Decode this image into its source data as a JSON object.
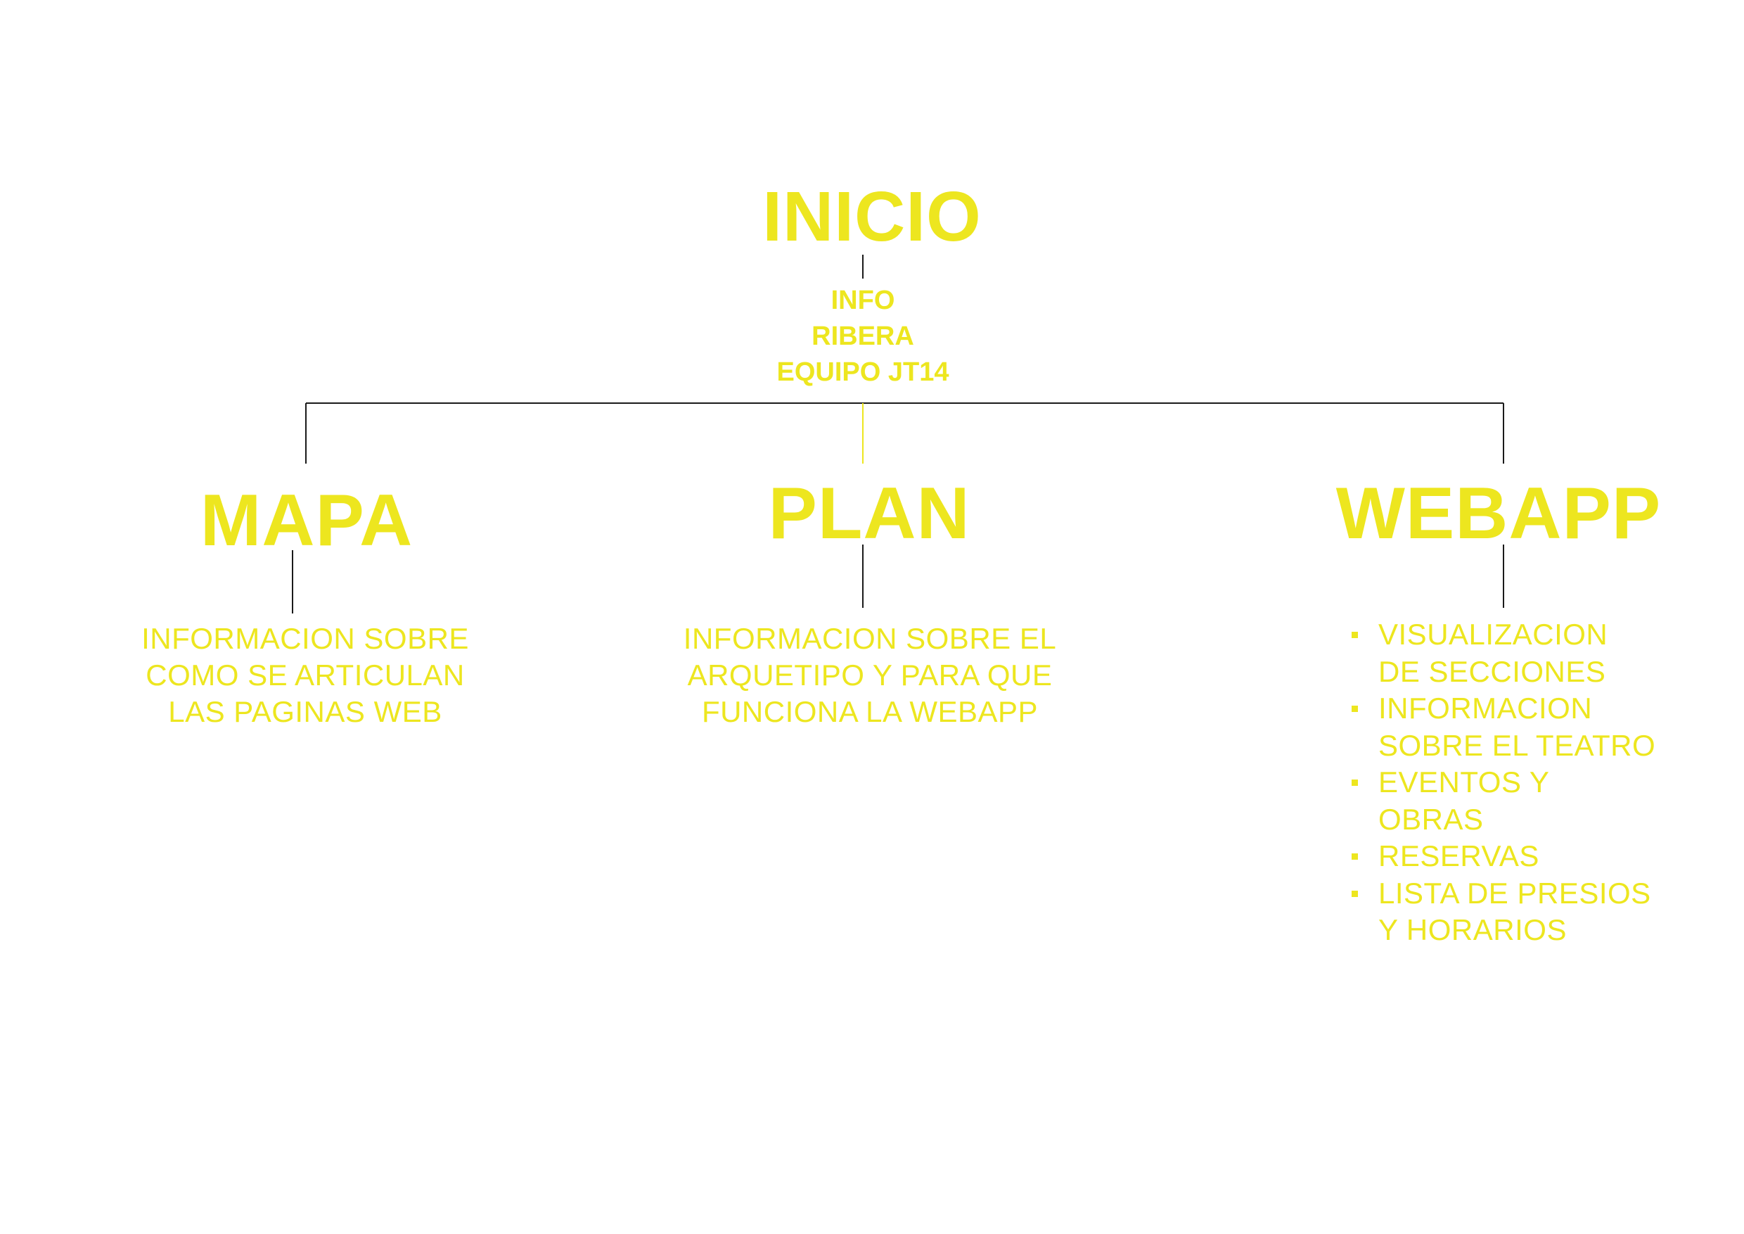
{
  "colors": {
    "text": "#ede61f",
    "line": "#1a1a1a",
    "accent_line": "#ede61f",
    "background": "#ffffff"
  },
  "root": {
    "title": "INICIO",
    "info_lines": [
      "INFO",
      "RIBERA",
      "EQUIPO JT14"
    ]
  },
  "sections": [
    {
      "title": "MAPA",
      "description_lines": [
        "INFORMACION SOBRE",
        "COMO SE ARTICULAN",
        "LAS PAGINAS WEB"
      ]
    },
    {
      "title": "PLAN",
      "description_lines": [
        "INFORMACION SOBRE EL",
        "ARQUETIPO Y PARA QUE",
        "FUNCIONA LA WEBAPP"
      ]
    },
    {
      "title": "WEBAPP",
      "bullets": [
        "VISUALIZACION\nDE SECCIONES",
        "INFORMACION\nSOBRE EL TEATRO",
        "EVENTOS Y\nOBRAS",
        "RESERVAS",
        "LISTA DE PRESIOS\nY HORARIOS"
      ]
    }
  ]
}
